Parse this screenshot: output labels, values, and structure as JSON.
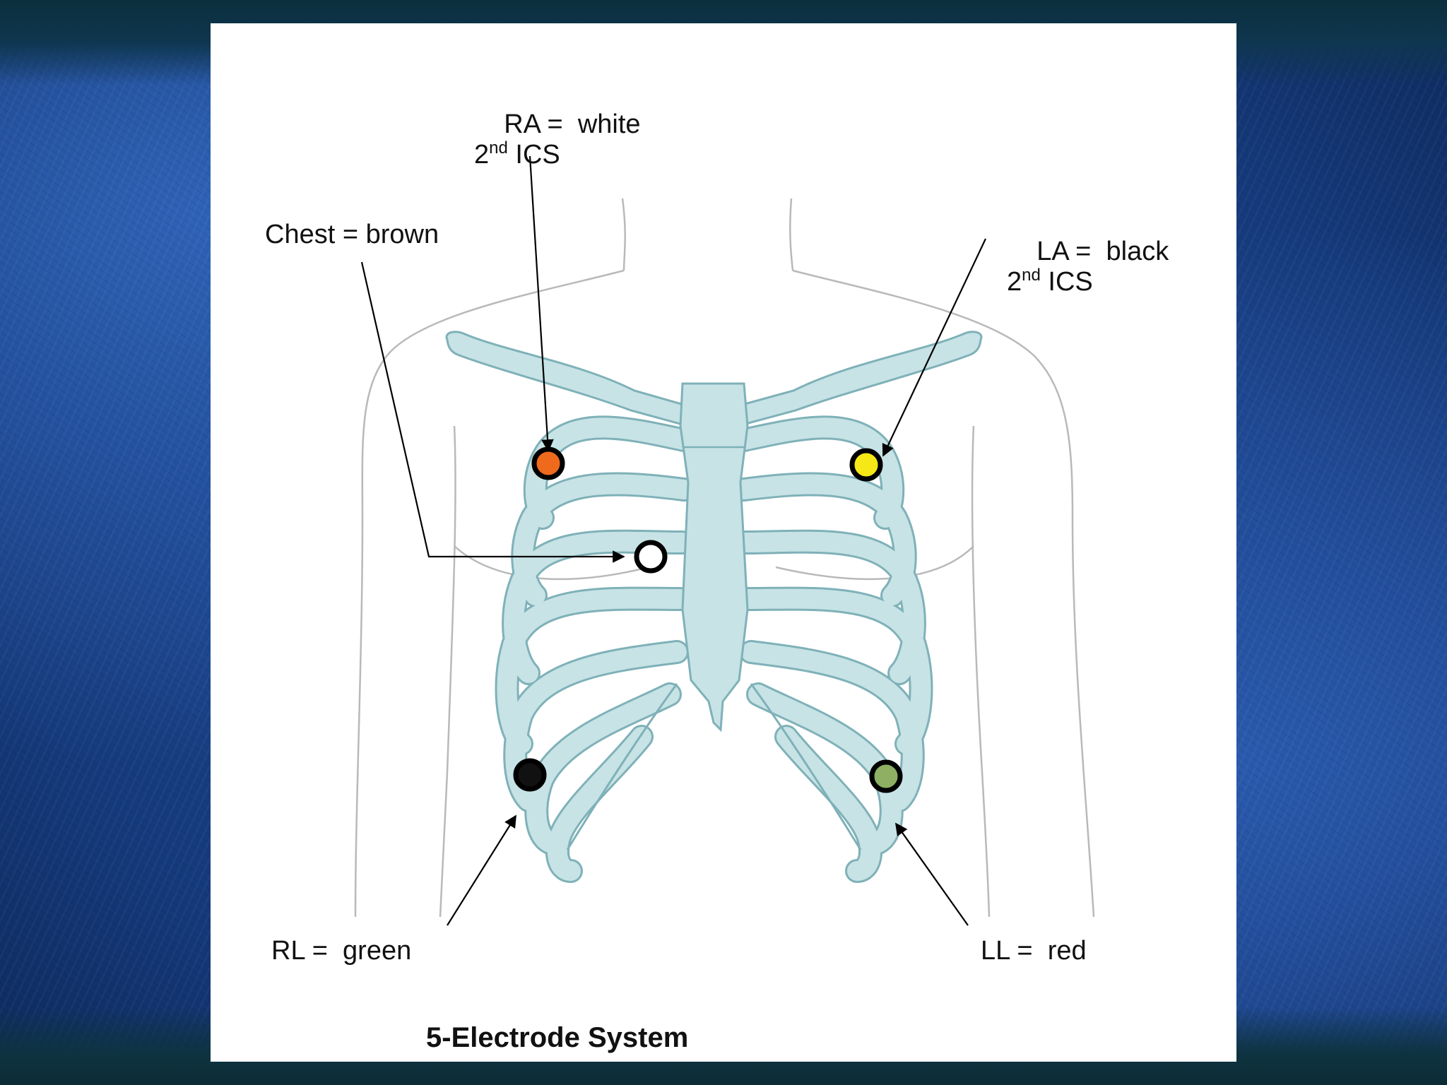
{
  "diagram": {
    "caption": "5-Electrode System",
    "labels": {
      "ra": {
        "name": "RA",
        "eq": " =  ",
        "color": "white",
        "num": "2",
        "sup": "nd",
        "site": " ICS"
      },
      "la": {
        "name": "LA",
        "eq": " =  ",
        "color": "black",
        "num": "2",
        "sup": "nd",
        "site": " ICS"
      },
      "chest": {
        "text": "Chest = brown"
      },
      "rl": {
        "text": "RL =  green"
      },
      "ll": {
        "text": "LL =  red"
      }
    },
    "electrodes": [
      {
        "id": "ra",
        "fill": "#ef6a1c"
      },
      {
        "id": "la",
        "fill": "#f5e816"
      },
      {
        "id": "chest",
        "fill": "#ffffff"
      },
      {
        "id": "rl",
        "fill": "#111111"
      },
      {
        "id": "ll",
        "fill": "#8db062"
      }
    ],
    "colors": {
      "bone_fill": "#c7e3e6",
      "bone_stroke": "#7fb1b8",
      "body_outline": "#b9b9b9"
    }
  }
}
